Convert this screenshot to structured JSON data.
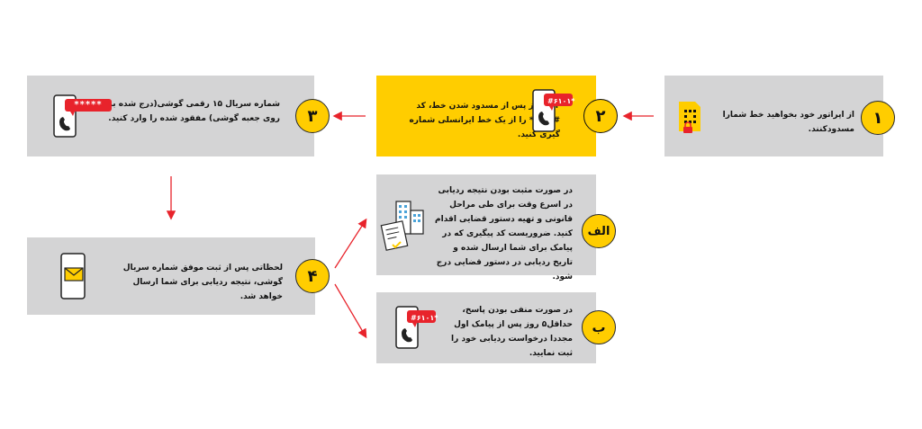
{
  "steps": [
    {
      "id": "1",
      "badge": "۱",
      "text": "از اپراتور خود بخواهید خط شمارا مسدودکنند.",
      "icon": "sim-card-icon"
    },
    {
      "id": "2",
      "badge": "۲",
      "text": "۲_۵ روز پس از مسدود شدن خط، کد #۶۱۰۱* را از یک خط ایرانسلی شماره گیری کنید.",
      "icon": "phone-dial-icon",
      "bubble": "#۶۱۰۱*"
    },
    {
      "id": "3",
      "badge": "۳",
      "text": "شماره سریال ۱۵ رقمی گوشی(درج شده بر روی جعبه گوشی) مفقود شده را وارد کنید.",
      "icon": "phone-password-icon",
      "bubble": "*****"
    },
    {
      "id": "4",
      "badge": "۴",
      "text": "لحظاتی پس از ثبت موفق شماره سریال گوشی، نتیجه ردیابی برای شما ارسال خواهد شد.",
      "icon": "phone-envelope-icon"
    },
    {
      "id": "alef",
      "badge": "الف",
      "text": "در صورت مثبت بودن نتیجه ردیابی در اسرع وقت برای طی مراحل قانونی و تهیه دستور قضایی اقدام کنید. ضروریست کد پیگیری که در پیامک برای شما ارسال شده و تاریخ ردیابی در دستور قضایی درج شود.",
      "icon": "building-document-icon"
    },
    {
      "id": "be",
      "badge": "ب",
      "text": "در صورت منفی بودن پاسخ، حداقل۵ روز پس از پیامک اول مجددا درخواست ردیابی خود را ثبت نمایید.",
      "icon": "phone-dial-icon",
      "bubble": "#۶۱۰۱*"
    }
  ],
  "colors": {
    "accent": "#ffcd00",
    "box": "#d4d4d5",
    "arrow": "#e8232b",
    "badge_text": "#111111"
  }
}
